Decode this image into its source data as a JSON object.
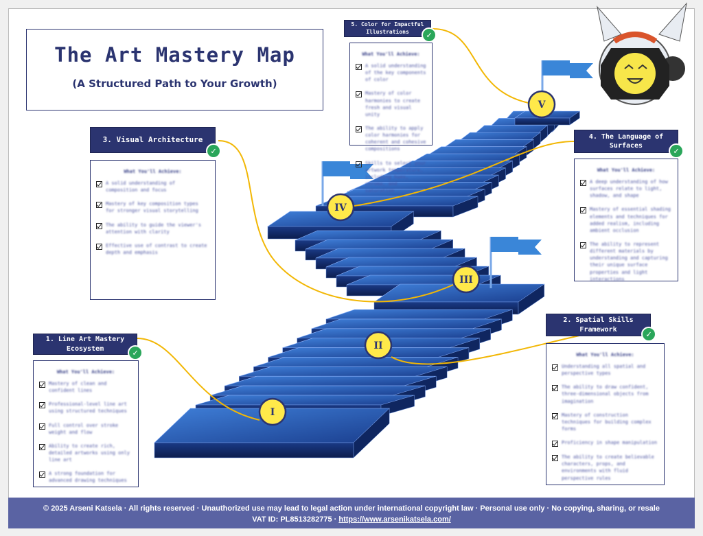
{
  "title": "The Art Mastery Map",
  "subtitle": "(A Structured Path to Your Growth)",
  "achieve_label": "What You'll Achieve:",
  "sections": [
    {
      "header": "1. Line Art Mastery Ecosystem",
      "numeral": "I",
      "items": [
        "Mastery of clean and confident lines",
        "Professional-level line art using structured techniques",
        "Full control over stroke weight and flow",
        "Ability to create rich, detailed artworks using only line art",
        "A strong foundation for advanced drawing techniques"
      ]
    },
    {
      "header": "2. Spatial Skills Framework",
      "numeral": "II",
      "items": [
        "Understanding all spatial and perspective types",
        "The ability to draw confident, three-dimensional objects from imagination",
        "Mastery of construction techniques for building complex forms",
        "Proficiency in shape manipulation",
        "The ability to create believable characters, props, and environments with fluid perspective rules"
      ]
    },
    {
      "header": "3. Visual Architecture",
      "numeral": "III",
      "items": [
        "A solid understanding of composition and focus",
        "Mastery of key composition types for stronger visual storytelling",
        "The ability to guide the viewer's attention with clarity",
        "Effective use of contrast to create depth and emphasis"
      ]
    },
    {
      "header": "4. The Language of Surfaces",
      "numeral": "IV",
      "items": [
        "A deep understanding of how surfaces relate to light, shadow, and shape",
        "Mastery of essential shading elements and techniques for added realism, including ambient occlusion",
        "The ability to represent different materials by understanding and capturing their unique surface properties and light interactions"
      ]
    },
    {
      "header": "5. Color for Impactful Illustrations",
      "numeral": "V",
      "items": [
        "A solid understanding of the key components of color",
        "Mastery of color harmonies to create fresh and visual unity",
        "The ability to apply color harmonies for coherent and cohesive compositions",
        "Skills to select your artwork temperature, including hues, chroma, and saturation"
      ]
    }
  ],
  "footer": {
    "line1": "© 2025 Arseni Katsela · All rights reserved · Unauthorized use may lead to legal action under international copyright law · Personal use only · No copying, sharing, or resale",
    "vat": "VAT ID: PL8513282775 · ",
    "link": "https://www.arsenikatsela.com/"
  },
  "colors": {
    "navy": "#2b3470",
    "stair": "#1f4fa8",
    "marker": "#ffe94a",
    "curve": "#f2b705",
    "check": "#2aa65a",
    "footer": "#5a63a3"
  }
}
